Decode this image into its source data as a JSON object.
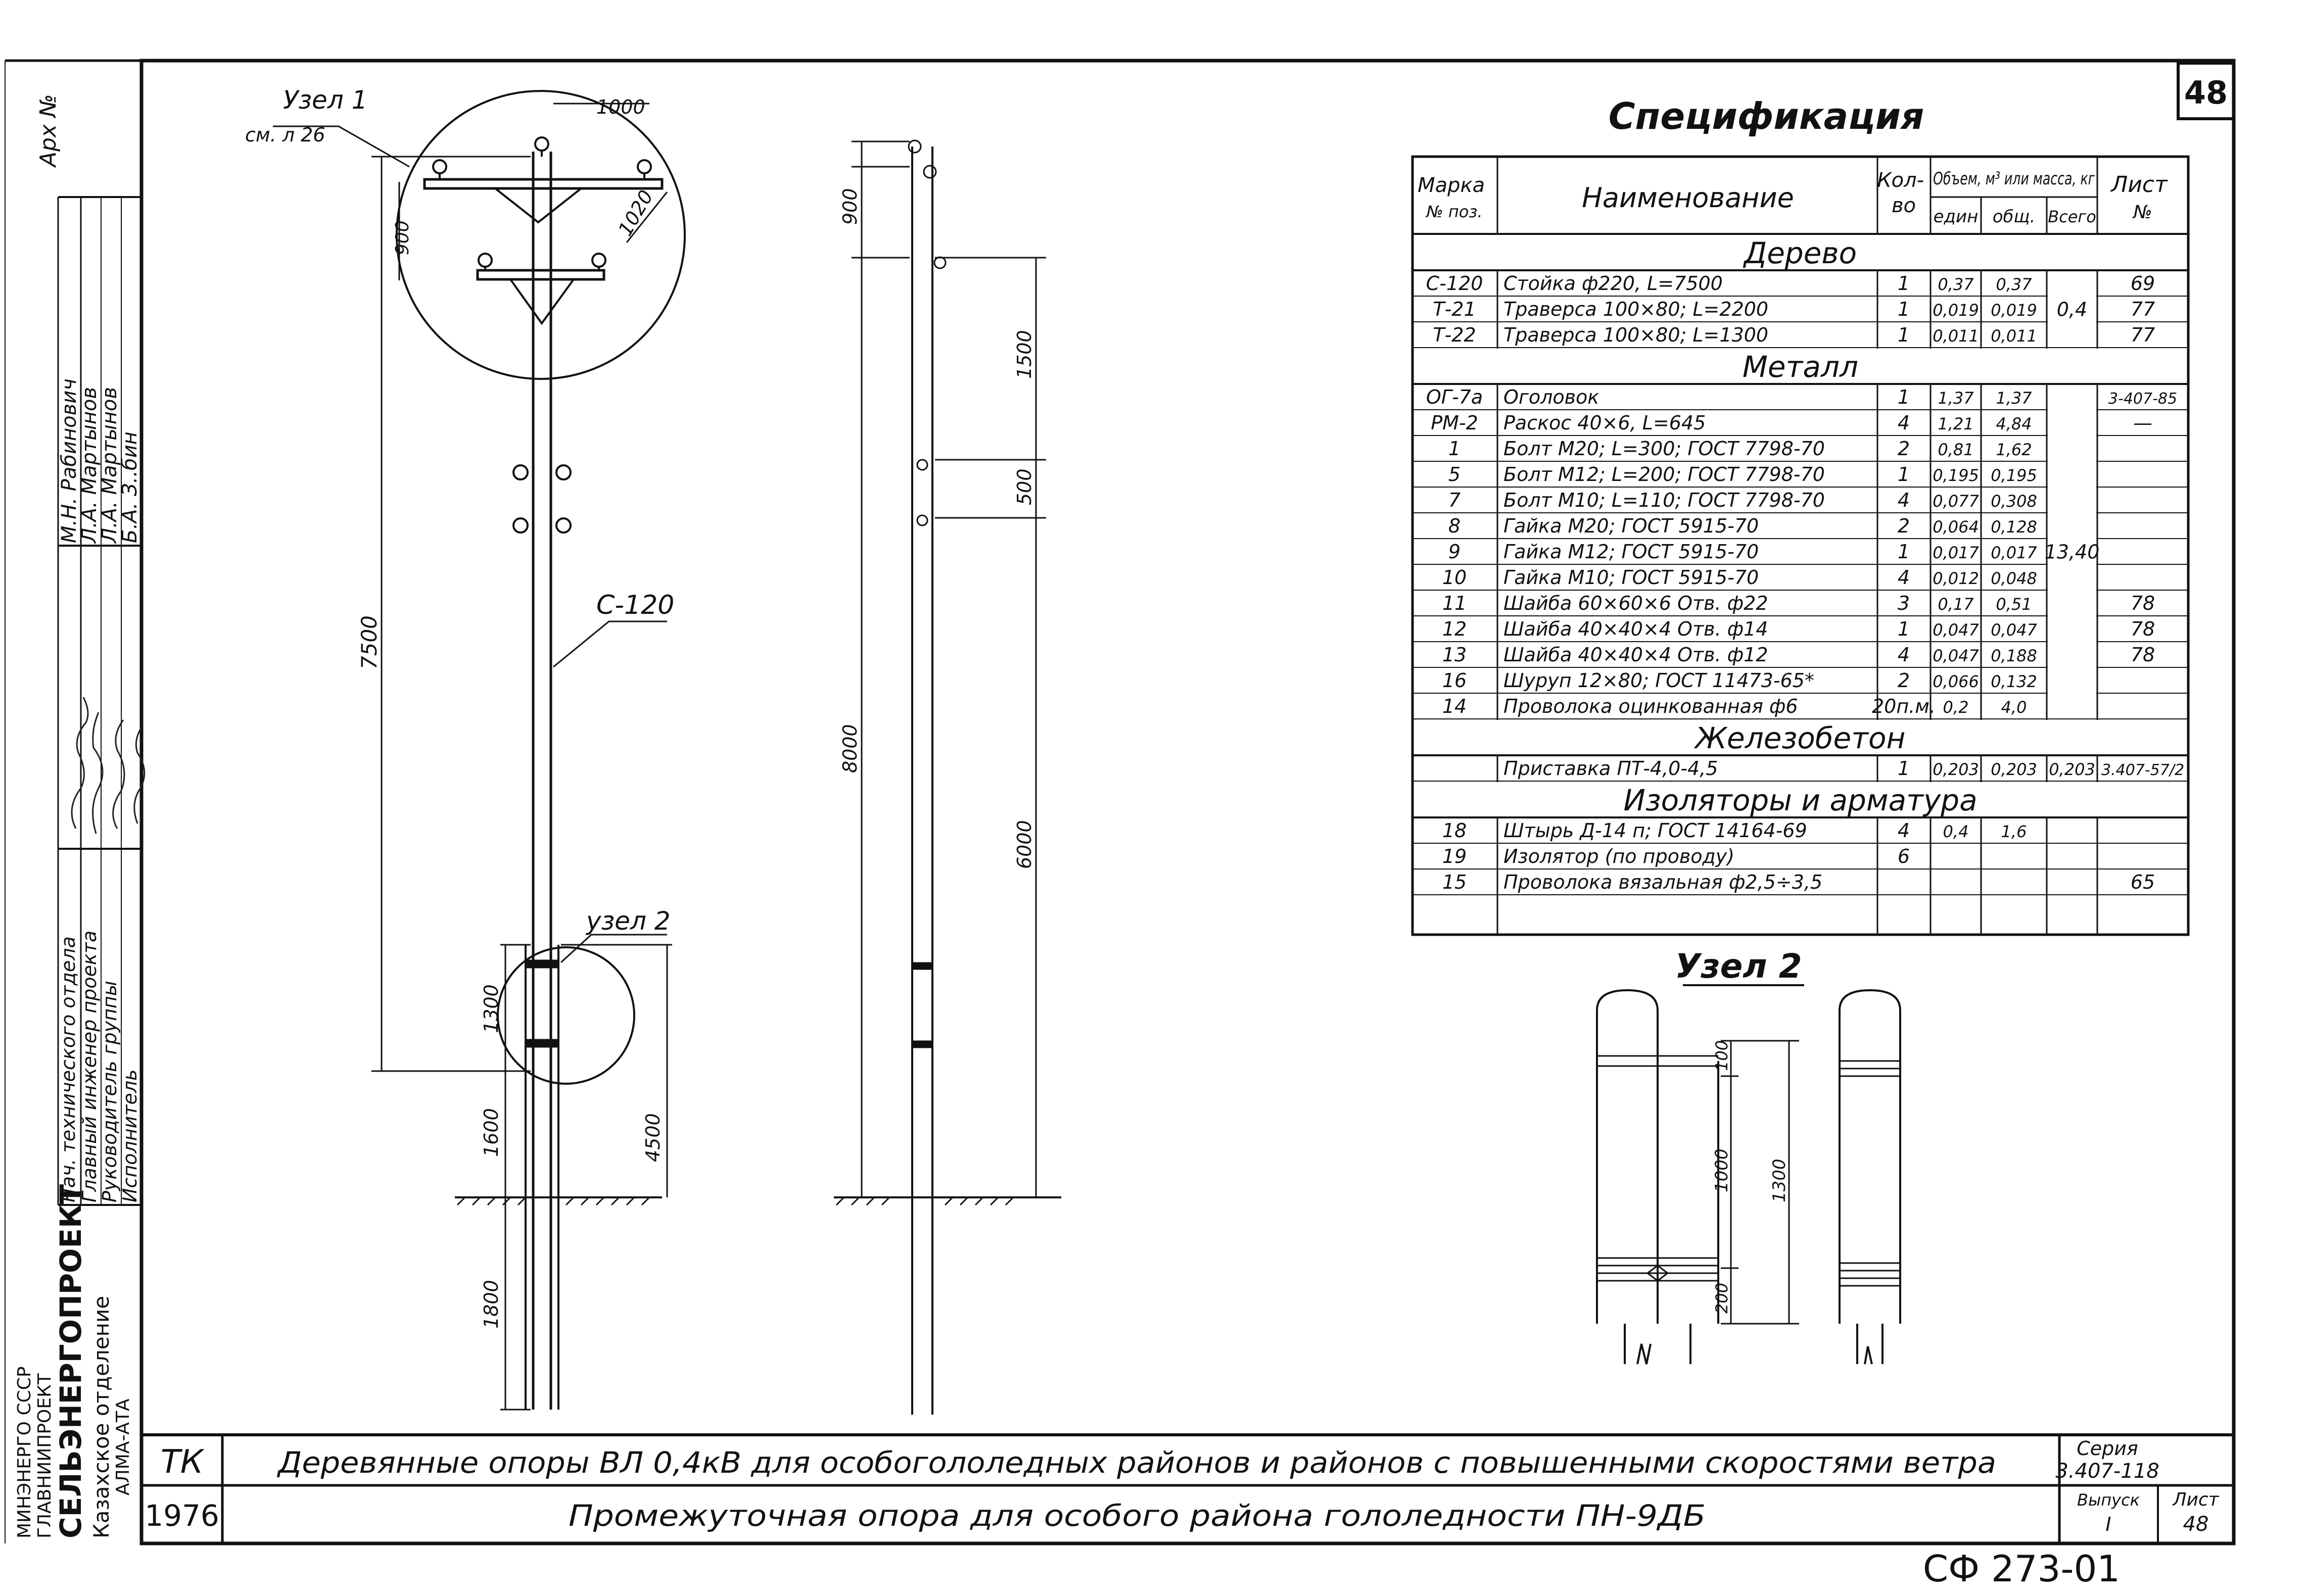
{
  "sheet_number": "48",
  "archive_label": "Арх №",
  "bottom_code": "СФ 273-01",
  "left_block": {
    "roles": [
      "Нач. технического отдела",
      "Главный инженер проекта",
      "Руководитель группы",
      "Исполнитель"
    ],
    "names": [
      "М.Н. Рабинович",
      "Л.А. Мартынов",
      "Л.А. Мартынов",
      "Б.А. З..бин"
    ],
    "org_lines": [
      "МИНЭНЕРГО СССР",
      "ГЛАВНИИПРОЕКТ",
      "СЕЛЬЭНЕРГОПРОЕКТ",
      "Казахское отделение",
      "АЛМА-АТА"
    ]
  },
  "title_block": {
    "code": "ТК",
    "year": "1976",
    "line1": "Деревянные опоры ВЛ 0,4кВ для особогололедных районов и районов с повышенными скоростями ветра",
    "line2": "Промежуточная опора для особого района гололедности ПН-9ДБ",
    "series_label": "Серия",
    "series_value": "3.407-118",
    "issue_label": "Выпуск",
    "issue_value": "I",
    "sheet_label": "Лист",
    "sheet_value": "48"
  },
  "drawing_front": {
    "callout_top_label": "Узел 1",
    "callout_top_ref": "см. л 26",
    "callout_bottom_label": "узел 2",
    "pole_label": "С-120",
    "dims": {
      "d1000": "1000",
      "d1020": "1020",
      "d900": "900",
      "d7500": "7500",
      "d1300": "1300",
      "d1600": "1600",
      "d4500": "4500",
      "d1800": "1800"
    }
  },
  "drawing_side": {
    "dims": {
      "d900": "900",
      "d1500": "1500",
      "d500": "500",
      "d8000": "8000",
      "d6000": "6000"
    }
  },
  "node2": {
    "title": "Узел 2",
    "dims": {
      "d100": "100",
      "d1000": "1000",
      "d1300": "1300",
      "d200": "200"
    }
  },
  "spec": {
    "title": "Спецификация",
    "headers": {
      "mark": "Марка № поз.",
      "name": "Наименование",
      "qty": "Кол-во",
      "vol": "Объем, м³ или масса, кг",
      "unit": "един",
      "tot": "общ.",
      "all": "Всего",
      "sheet": "Лист №"
    },
    "sections": [
      {
        "title": "Дерево",
        "rows": [
          {
            "mark": "С-120",
            "name": "Стойка ф220,   L=7500",
            "qty": "1",
            "unit": "0,37",
            "tot": "0,37",
            "sheet": "69"
          },
          {
            "mark": "Т-21",
            "name": "Траверса 100×80;   L=2200",
            "qty": "1",
            "unit": "0,019",
            "tot": "0,019",
            "sheet": "77"
          },
          {
            "mark": "Т-22",
            "name": "Траверса 100×80;   L=1300",
            "qty": "1",
            "unit": "0,011",
            "tot": "0,011",
            "sheet": "77"
          }
        ],
        "total": "0,4"
      },
      {
        "title": "Металл",
        "rows": [
          {
            "mark": "ОГ-7а",
            "name": "Оголовок",
            "qty": "1",
            "unit": "1,37",
            "tot": "1,37",
            "sheet": "3-407-85"
          },
          {
            "mark": "РМ-2",
            "name": "Раскос  40×6,   L=645",
            "qty": "4",
            "unit": "1,21",
            "tot": "4,84",
            "sheet": "—"
          },
          {
            "mark": "1",
            "name": "Болт   М20;  L=300; ГОСТ 7798-70",
            "qty": "2",
            "unit": "0,81",
            "tot": "1,62",
            "sheet": ""
          },
          {
            "mark": "5",
            "name": "Болт   М12;  L=200; ГОСТ 7798-70",
            "qty": "1",
            "unit": "0,195",
            "tot": "0,195",
            "sheet": ""
          },
          {
            "mark": "7",
            "name": "Болт   М10;  L=110; ГОСТ 7798-70",
            "qty": "4",
            "unit": "0,077",
            "tot": "0,308",
            "sheet": ""
          },
          {
            "mark": "8",
            "name": "Гайка  М20;   ГОСТ 5915-70",
            "qty": "2",
            "unit": "0,064",
            "tot": "0,128",
            "sheet": ""
          },
          {
            "mark": "9",
            "name": "Гайка  М12;   ГОСТ 5915-70",
            "qty": "1",
            "unit": "0,017",
            "tot": "0,017",
            "sheet": ""
          },
          {
            "mark": "10",
            "name": "Гайка  М10;   ГОСТ 5915-70",
            "qty": "4",
            "unit": "0,012",
            "tot": "0,048",
            "sheet": ""
          },
          {
            "mark": "11",
            "name": "Шайба  60×60×6   Отв. ф22",
            "qty": "3",
            "unit": "0,17",
            "tot": "0,51",
            "sheet": "78"
          },
          {
            "mark": "12",
            "name": "Шайба  40×40×4   Отв. ф14",
            "qty": "1",
            "unit": "0,047",
            "tot": "0,047",
            "sheet": "78"
          },
          {
            "mark": "13",
            "name": "Шайба  40×40×4   Отв. ф12",
            "qty": "4",
            "unit": "0,047",
            "tot": "0,188",
            "sheet": "78"
          },
          {
            "mark": "16",
            "name": "Шуруп  12×80;  ГОСТ 11473-65*",
            "qty": "2",
            "unit": "0,066",
            "tot": "0,132",
            "sheet": ""
          },
          {
            "mark": "14",
            "name": "Проволока оцинкованная ф6",
            "qty": "20п.м.",
            "unit": "0,2",
            "tot": "4,0",
            "sheet": ""
          }
        ],
        "total": "13,40"
      },
      {
        "title": "Железобетон",
        "rows": [
          {
            "mark": "",
            "name": "Приставка  ПТ-4,0-4,5",
            "qty": "1",
            "unit": "0,203",
            "tot": "0,203",
            "all": "0,203",
            "sheet": "3.407-57/2"
          }
        ]
      },
      {
        "title": "Изоляторы  и  арматура",
        "rows": [
          {
            "mark": "18",
            "name": "Штырь   Д-14 п; ГОСТ 14164-69",
            "qty": "4",
            "unit": "0,4",
            "tot": "1,6",
            "sheet": ""
          },
          {
            "mark": "19",
            "name": "Изолятор   (по проводу)",
            "qty": "6",
            "unit": "",
            "tot": "",
            "sheet": ""
          },
          {
            "mark": "15",
            "name": "Проволока вязальная ф2,5÷3,5",
            "qty": "",
            "unit": "",
            "tot": "",
            "sheet": "65"
          }
        ]
      }
    ]
  }
}
